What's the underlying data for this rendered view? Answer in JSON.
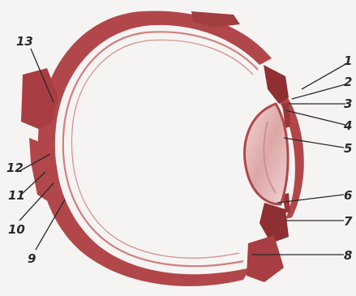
{
  "labels": [
    "1",
    "2",
    "3",
    "4",
    "5",
    "6",
    "7",
    "8",
    "9",
    "10",
    "11",
    "12",
    "13"
  ],
  "colors": {
    "background": "#ffffff",
    "page": "#f6f4f3",
    "tissue": "#b1474a",
    "tissue_dark": "#8e2f33",
    "tissue_light": "#d27e7f",
    "lens": "#e6bdbd",
    "leader": "#2a2a2a"
  }
}
